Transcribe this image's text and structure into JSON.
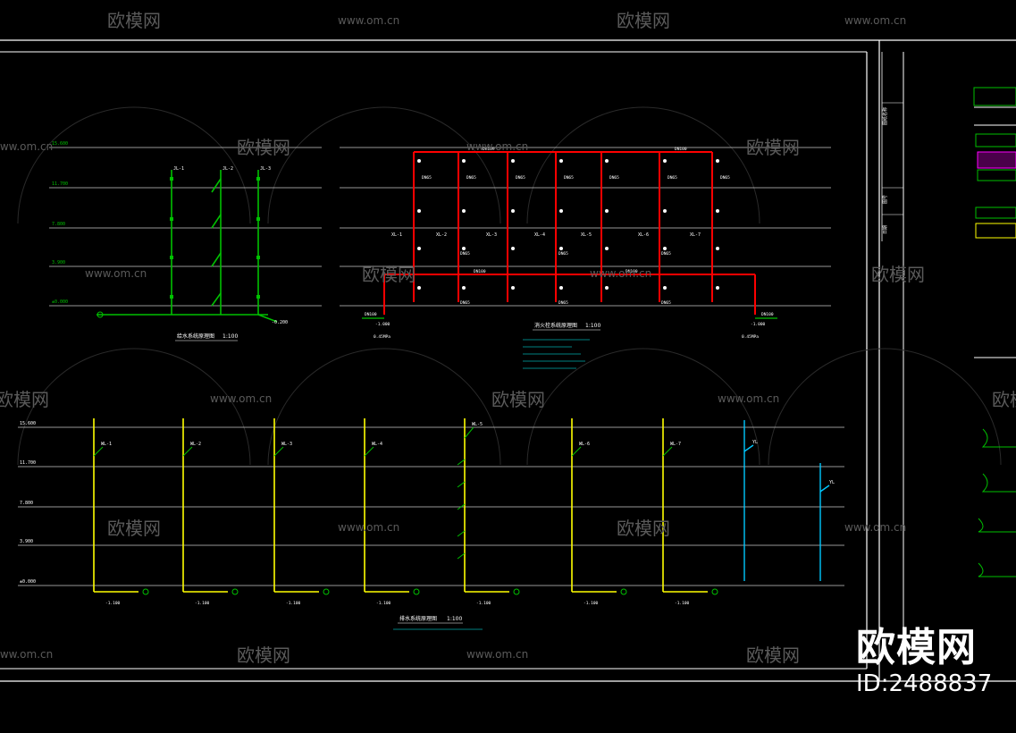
{
  "watermark": {
    "brand": "欧模网",
    "site": "www.om.cn",
    "corner_brand": "欧模网",
    "id_text": "ID:2488837"
  },
  "water_supply": {
    "title": "给水系统原理图",
    "scale": "1:100",
    "risers": [
      "JL-1",
      "JL-2",
      "JL-3"
    ],
    "elevations": [
      "15.600",
      "11.700",
      "7.800",
      "3.900",
      "±0.000"
    ],
    "outlet_label": "-0.200"
  },
  "fire_hydrant": {
    "title": "消火栓系统原理图",
    "scale": "1:100",
    "risers": [
      "XL-1",
      "XL-2",
      "XL-3",
      "XL-4",
      "XL-5",
      "XL-6",
      "XL-7"
    ],
    "pipe_sizes": [
      "DN100",
      "DN65"
    ],
    "inlet_elevation": "-1.000",
    "inlet_pressure": "0.45MPa",
    "inlet_label": "DN100"
  },
  "drainage": {
    "title": "排水系统原理图",
    "scale": "1:100",
    "risers": [
      "WL-1",
      "WL-2",
      "WL-3",
      "WL-4",
      "WL-5",
      "WL-6",
      "WL-7"
    ],
    "rain_risers": [
      "YL"
    ],
    "elevation_outlet": "-1.100"
  },
  "colors": {
    "background": "#000000",
    "border": "#ffffff",
    "floor_line": "#c8c8c8",
    "water_supply": "#00c000",
    "fire": "#ff0000",
    "drainage": "#ffff00",
    "rain": "#00c8ff",
    "notes": "#00ffff",
    "hydrant": "#ff00ff"
  }
}
